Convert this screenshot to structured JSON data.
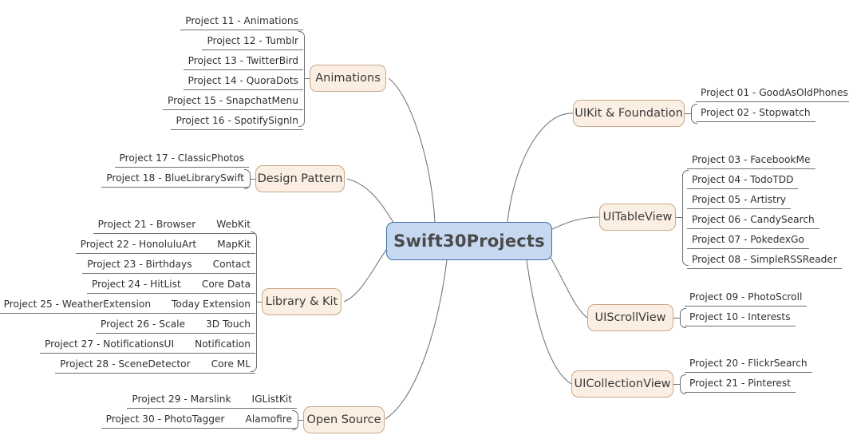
{
  "root": {
    "label": "Swift30Projects",
    "fill": "#c6d9f1",
    "stroke": "#3f6eaa"
  },
  "theme": {
    "branch_fill": "#fbeee2",
    "branch_stroke": "#c8a889",
    "line_color": "#6f6f6f",
    "background": "#ffffff",
    "text_color": "#303030"
  },
  "branches": [
    {
      "id": "animations",
      "label": "Animations",
      "side": "left",
      "leaves": [
        {
          "name": "Project 11 - Animations"
        },
        {
          "name": "Project 12 - Tumblr"
        },
        {
          "name": "Project 13 - TwitterBird"
        },
        {
          "name": "Project 14 - QuoraDots"
        },
        {
          "name": "Project 15 - SnapchatMenu"
        },
        {
          "name": "Project 16 - SpotifySignIn"
        }
      ]
    },
    {
      "id": "design-pattern",
      "label": "Design Pattern",
      "side": "left",
      "leaves": [
        {
          "name": "Project 17 - ClassicPhotos"
        },
        {
          "name": "Project 18 - BlueLibrarySwift"
        }
      ]
    },
    {
      "id": "library-kit",
      "label": "Library & Kit",
      "side": "left",
      "leaves": [
        {
          "name": "Project 21 - Browser",
          "tech": "WebKit"
        },
        {
          "name": "Project 22 - HonoluluArt",
          "tech": "MapKit"
        },
        {
          "name": "Project 23 - Birthdays",
          "tech": "Contact"
        },
        {
          "name": "Project 24 - HitList",
          "tech": "Core Data"
        },
        {
          "name": "Project 25 - WeatherExtension",
          "tech": "Today Extension"
        },
        {
          "name": "Project 26 - Scale",
          "tech": "3D Touch"
        },
        {
          "name": "Project 27 - NotificationsUI",
          "tech": "Notification"
        },
        {
          "name": "Project 28 - SceneDetector",
          "tech": "Core ML"
        }
      ]
    },
    {
      "id": "open-source",
      "label": "Open Source",
      "side": "left",
      "leaves": [
        {
          "name": "Project 29 - Marslink",
          "tech": "IGListKit"
        },
        {
          "name": "Project 30 - PhotoTagger",
          "tech": "Alamofire"
        }
      ]
    },
    {
      "id": "uikit-foundation",
      "label": "UIKit & Foundation",
      "side": "right",
      "leaves": [
        {
          "name": "Project 01 - GoodAsOldPhones"
        },
        {
          "name": "Project 02 - Stopwatch"
        }
      ]
    },
    {
      "id": "uitableview",
      "label": "UITableView",
      "side": "right",
      "leaves": [
        {
          "name": "Project 03 - FacebookMe"
        },
        {
          "name": "Project 04 - TodoTDD"
        },
        {
          "name": "Project 05 - Artistry"
        },
        {
          "name": "Project 06 - CandySearch"
        },
        {
          "name": "Project 07 - PokedexGo"
        },
        {
          "name": "Project 08 - SimpleRSSReader"
        }
      ]
    },
    {
      "id": "uiscrollview",
      "label": "UIScrollView",
      "side": "right",
      "leaves": [
        {
          "name": "Project 09 - PhotoScroll"
        },
        {
          "name": "Project 10 - Interests"
        }
      ]
    },
    {
      "id": "uicollectionview",
      "label": "UICollectionView",
      "side": "right",
      "leaves": [
        {
          "name": "Project 20 - FlickrSearch"
        },
        {
          "name": "Project  21 - Pinterest"
        }
      ]
    }
  ]
}
